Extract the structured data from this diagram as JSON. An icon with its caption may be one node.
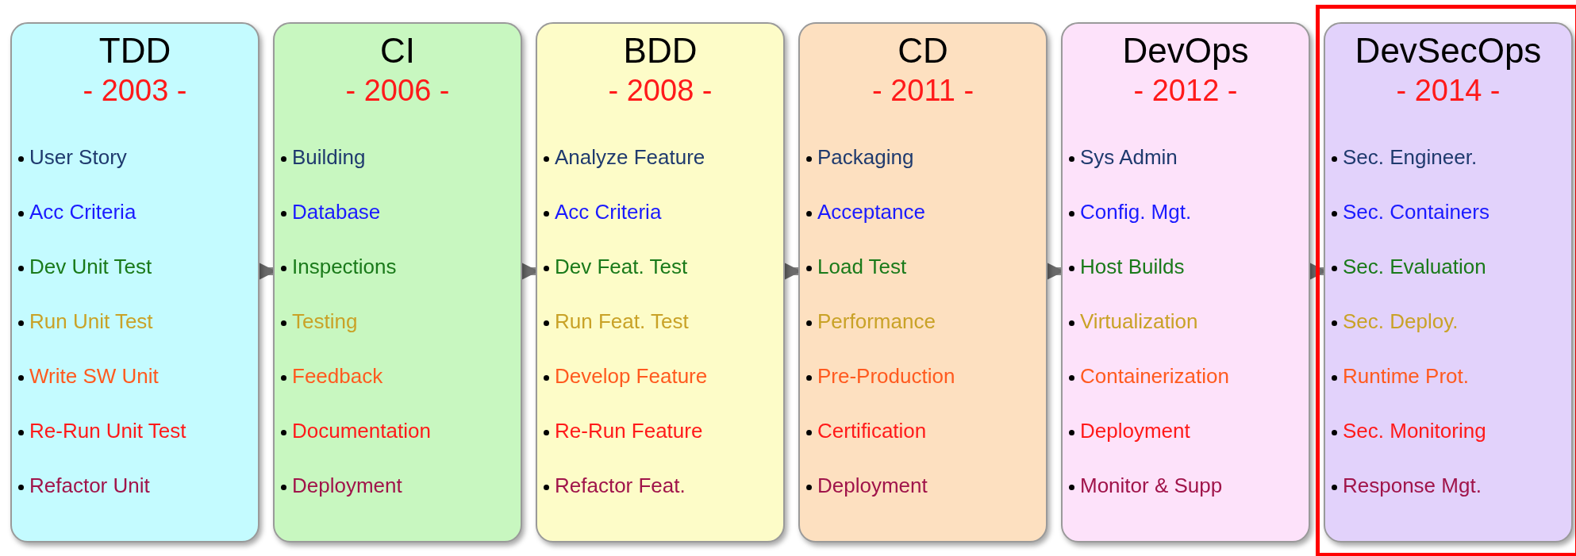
{
  "diagram": {
    "nodes": [
      {
        "text": [
          "TDD",
          "- 2003 -",
          "User Story",
          "Acc Criteria",
          "Dev Unit Test",
          "Run Unit Test",
          "Write SW Unit",
          "Re-Run Unit Test",
          "Refactor Unit"
        ]
      },
      {
        "text": [
          "CI",
          "- 2006 -",
          "Building",
          "Database",
          "Inspections",
          "Testing",
          "Feedback",
          "Documentation",
          "Deployment"
        ]
      },
      {
        "text": [
          "BDD",
          "- 2008 -",
          "Analyze Feature",
          "Acc Criteria",
          "Dev Feat. Test",
          "Run Feat. Test",
          "Develop Feature",
          "Re-Run Feature",
          "Refactor Feat."
        ]
      },
      {
        "text": [
          "CD",
          "- 2011 -",
          "Packaging",
          "Acceptance",
          "Load Test",
          "Performance",
          "Pre-Production",
          "Certification",
          "Deployment"
        ]
      },
      {
        "text": [
          "DevOps",
          "- 2012 -",
          "Sys Admin",
          "Config. Mgt.",
          "Host Builds",
          "Virtualization",
          "Containerization",
          "Deployment",
          "Monitor & Supp"
        ]
      },
      {
        "text": [
          "DevSecOps",
          "- 2014 -",
          "Sec. Engineer.",
          "Sec. Containers",
          "Sec. Evaluation",
          "Sec. Deploy.",
          "Runtime Prot.",
          "Sec. Monitoring",
          "Response Mgt."
        ]
      }
    ],
    "edges": [
      {
        "from": 0,
        "to": 1,
        "arrow": "to"
      },
      {
        "from": 1,
        "to": 2,
        "arrow": "to"
      },
      {
        "from": 2,
        "to": 3,
        "arrow": "to"
      },
      {
        "from": 3,
        "to": 4,
        "arrow": "to"
      },
      {
        "from": 4,
        "to": 5,
        "arrow": "to"
      }
    ]
  }
}
